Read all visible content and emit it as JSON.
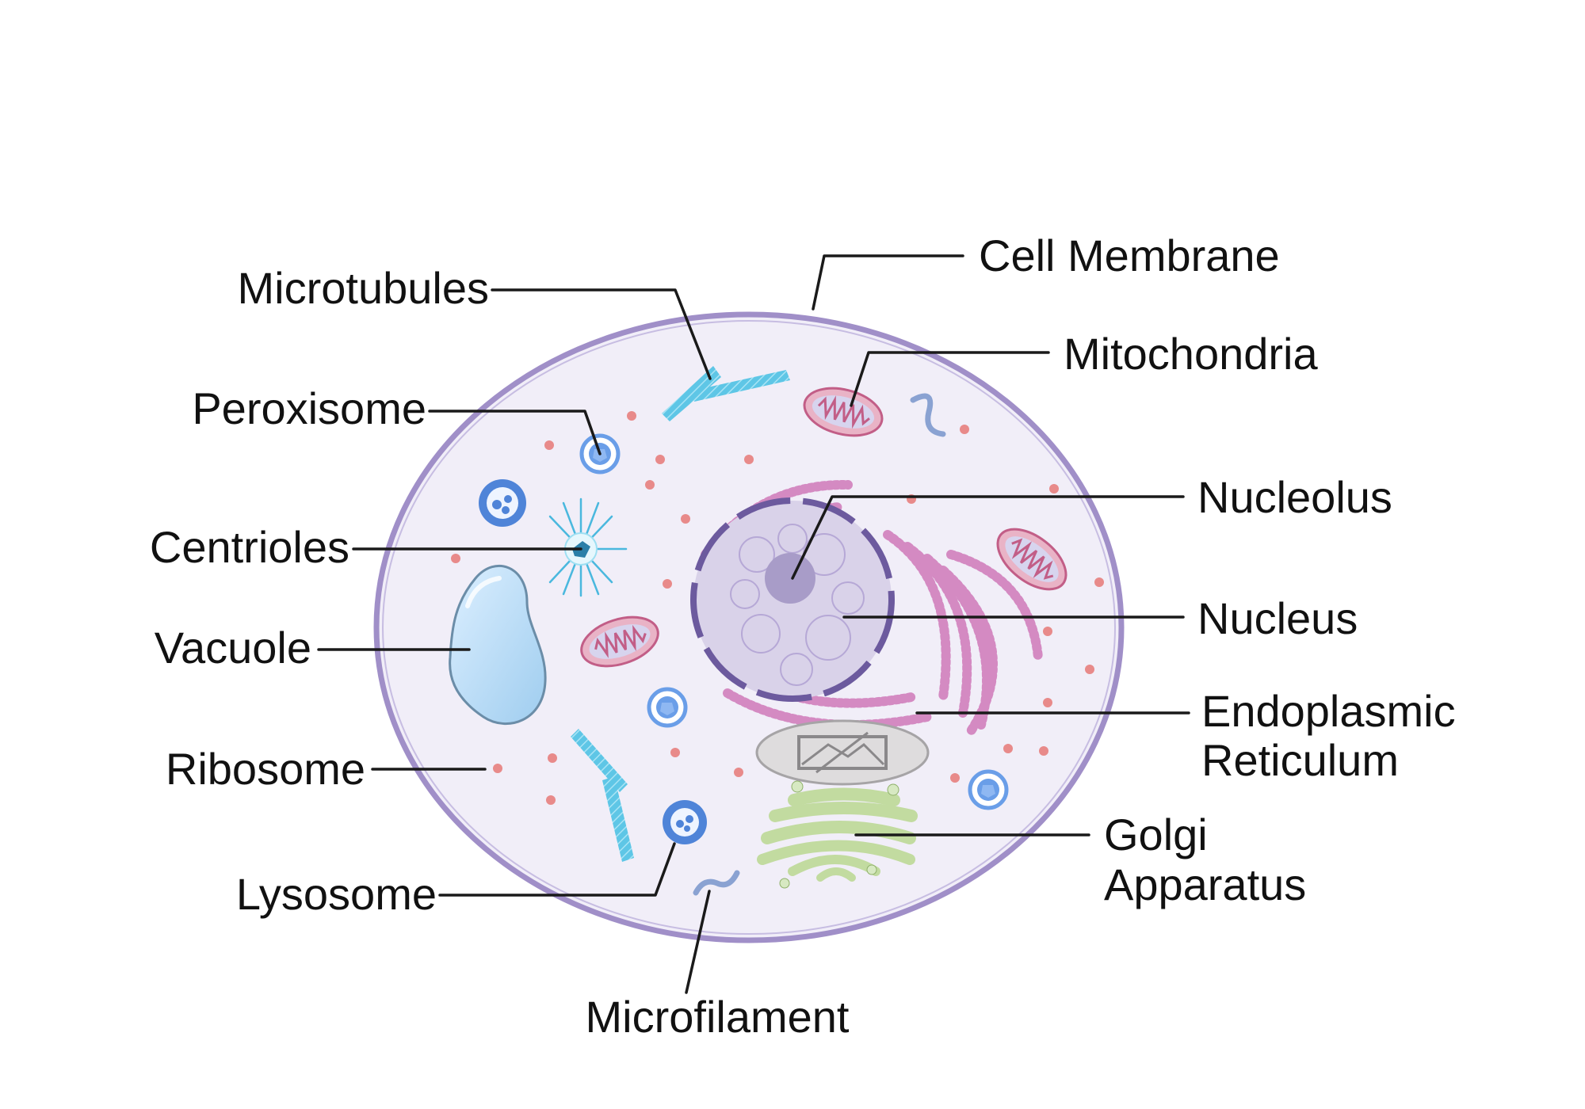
{
  "labels": {
    "cell_membrane": "Cell Membrane",
    "microtubules": "Microtubules",
    "mitochondria": "Mitochondria",
    "peroxisome": "Peroxisome",
    "nucleolus": "Nucleolus",
    "centrioles": "Centrioles",
    "nucleus": "Nucleus",
    "vacuole": "Vacuole",
    "er_line1": "Endoplasmic",
    "er_line2": "Reticulum",
    "ribosome": "Ribosome",
    "golgi_line1": "Golgi",
    "golgi_line2": "Apparatus",
    "lysosome": "Lysosome",
    "microfilament": "Microfilament"
  },
  "colors": {
    "cytoplasm": "#f1eef8",
    "membrane": "#a08fc8",
    "nucleus_fill": "#d9d2e9",
    "nucleus_border": "#6c5a9e",
    "nucleolus": "#a89cc8",
    "er": "#d48ac2",
    "mito_fill": "#e9b3c6",
    "mito_inner": "#d7d4ee",
    "mito_border": "#c25e87",
    "microtubule": "#5ec6e6",
    "vacuole": "#b9dcf5",
    "golgi": "#c2dba0",
    "ribosome": "#e88a8a",
    "lysosome": "#4f84d8",
    "peroxisome": "#6a9ee8",
    "microfilament": "#8aa2d2",
    "leader_line": "#1a1a1a"
  }
}
